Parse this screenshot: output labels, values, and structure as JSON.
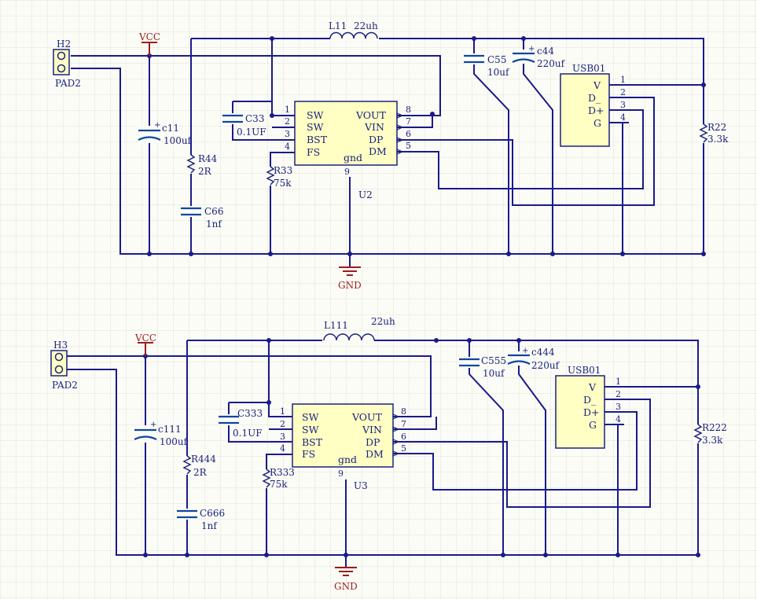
{
  "circuits": [
    {
      "header": {
        "ref": "H2",
        "name": "PAD2"
      },
      "vcc": "VCC",
      "gnd": "GND",
      "inductor": {
        "ref": "L11",
        "value": "22uh"
      },
      "c_in": {
        "ref": "c11",
        "value": "100uf"
      },
      "r_snub": {
        "ref": "R44",
        "value": "2R"
      },
      "c_snub": {
        "ref": "C66",
        "value": "1nf"
      },
      "c_boot": {
        "ref": "C33",
        "value": "0.1UF"
      },
      "r_fs": {
        "ref": "R33",
        "value": "75k"
      },
      "ic": {
        "ref": "U2",
        "left_pins": [
          {
            "num": "1",
            "name": "SW"
          },
          {
            "num": "2",
            "name": "SW"
          },
          {
            "num": "3",
            "name": "BST"
          },
          {
            "num": "4",
            "name": "FS"
          }
        ],
        "right_pins": [
          {
            "num": "8",
            "name": "VOUT"
          },
          {
            "num": "7",
            "name": "VIN"
          },
          {
            "num": "6",
            "name": "DP"
          },
          {
            "num": "5",
            "name": "DM"
          }
        ],
        "gnd_pin": {
          "num": "9",
          "name": "gnd"
        }
      },
      "c_out1": {
        "ref": "C55",
        "value": "10uf"
      },
      "c_out2": {
        "ref": "c44",
        "value": "220uf"
      },
      "usb": {
        "ref": "USB01",
        "pins": [
          {
            "num": "1",
            "name": "V"
          },
          {
            "num": "2",
            "name": "D_"
          },
          {
            "num": "3",
            "name": "D+"
          },
          {
            "num": "4",
            "name": "G"
          }
        ]
      },
      "r_pull": {
        "ref": "R22",
        "value": "3.3k"
      }
    },
    {
      "header": {
        "ref": "H3",
        "name": "PAD2"
      },
      "vcc": "VCC",
      "gnd": "GND",
      "inductor": {
        "ref": "L111",
        "value": "22uh"
      },
      "c_in": {
        "ref": "c111",
        "value": "100uf"
      },
      "r_snub": {
        "ref": "R444",
        "value": "2R"
      },
      "c_snub": {
        "ref": "C666",
        "value": "1nf"
      },
      "c_boot": {
        "ref": "C333",
        "value": "0.1UF"
      },
      "r_fs": {
        "ref": "R333",
        "value": "75k"
      },
      "ic": {
        "ref": "U3",
        "left_pins": [
          {
            "num": "1",
            "name": "SW"
          },
          {
            "num": "2",
            "name": "SW"
          },
          {
            "num": "3",
            "name": "BST"
          },
          {
            "num": "4",
            "name": "FS"
          }
        ],
        "right_pins": [
          {
            "num": "8",
            "name": "VOUT"
          },
          {
            "num": "7",
            "name": "VIN"
          },
          {
            "num": "6",
            "name": "DP"
          },
          {
            "num": "5",
            "name": "DM"
          }
        ],
        "gnd_pin": {
          "num": "9",
          "name": "gnd"
        }
      },
      "c_out1": {
        "ref": "C555",
        "value": "10uf"
      },
      "c_out2": {
        "ref": "c444",
        "value": "220uf"
      },
      "usb": {
        "ref": "USB01",
        "pins": [
          {
            "num": "1",
            "name": "V"
          },
          {
            "num": "2",
            "name": "D_"
          },
          {
            "num": "3",
            "name": "D+"
          },
          {
            "num": "4",
            "name": "G"
          }
        ]
      },
      "r_pull": {
        "ref": "R222",
        "value": "3.3k"
      }
    }
  ],
  "colors": {
    "background": "#fcfcf6",
    "grid": "#e2e2dc",
    "wire": "#1a1a8a",
    "component": "#1a237e",
    "power_label": "#9b1c1c",
    "chip_fill": "#ffffc4"
  }
}
